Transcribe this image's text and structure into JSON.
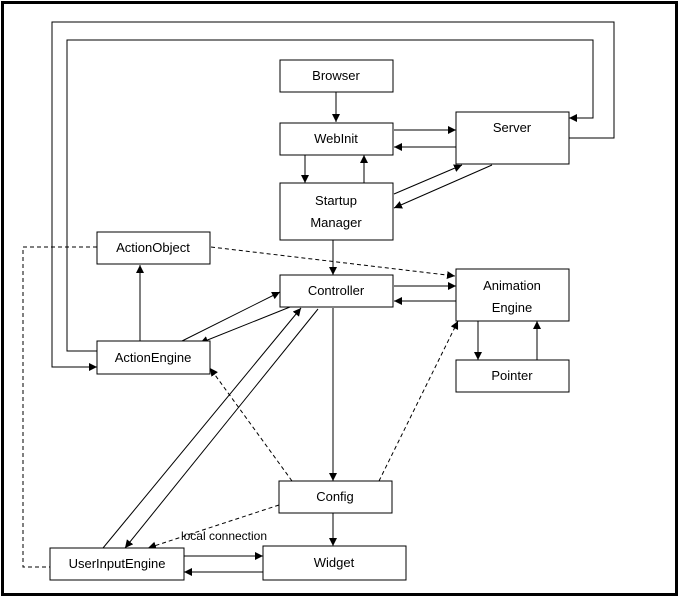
{
  "nodes": {
    "browser": {
      "label": "Browser"
    },
    "webinit": {
      "label": "WebInit"
    },
    "server": {
      "label": "Server"
    },
    "startup": {
      "line1": "Startup",
      "line2": "Manager"
    },
    "actionobject": {
      "label": "ActionObject"
    },
    "controller": {
      "label": "Controller"
    },
    "animation": {
      "line1": "Animation",
      "line2": "Engine"
    },
    "actionengine": {
      "label": "ActionEngine"
    },
    "pointer": {
      "label": "Pointer"
    },
    "config": {
      "label": "Config"
    },
    "userinput": {
      "label": "UserInputEngine"
    },
    "widget": {
      "label": "Widget"
    }
  },
  "edges": {
    "local_connection": {
      "label": "local connection"
    }
  }
}
